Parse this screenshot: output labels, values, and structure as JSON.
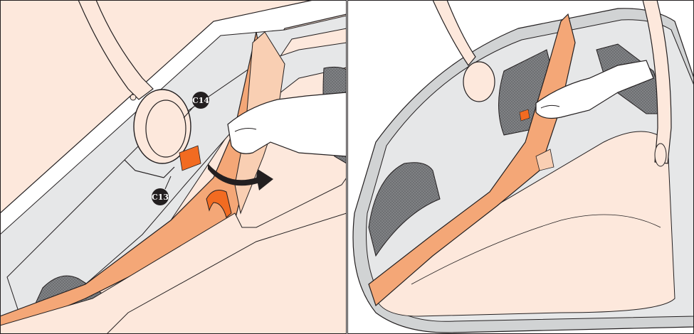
{
  "colors": {
    "outline": "#231f20",
    "shell_grey": "#e6e7e8",
    "shell_mid": "#d1d3d4",
    "fabric_light": "#fde8dc",
    "fabric_mid": "#f9cfb3",
    "fabric_dark": "#f4a777",
    "tab_orange": "#f26b21",
    "mesh": "#6d6e71",
    "arrow": "#231f20",
    "callout_bg": "#231f20"
  },
  "panels": [
    {
      "name": "step-left",
      "callouts": [
        "C14",
        "C13"
      ],
      "arrow": "curved-arrow-right"
    },
    {
      "name": "step-right"
    }
  ]
}
